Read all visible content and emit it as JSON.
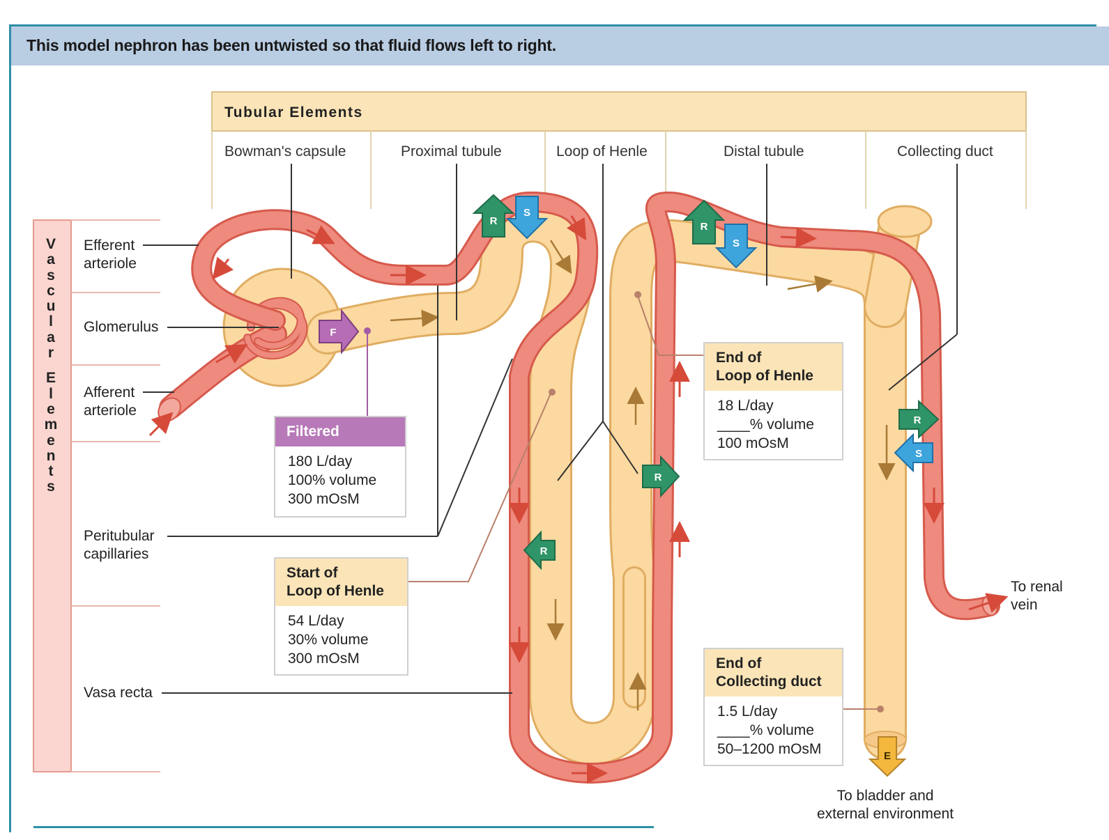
{
  "header": {
    "title": "This model nephron has been untwisted so that fluid flows left to right."
  },
  "tubular": {
    "title": "Tubular Elements",
    "segments": [
      "Bowman's capsule",
      "Proximal tubule",
      "Loop of Henle",
      "Distal tubule",
      "Collecting duct"
    ]
  },
  "vascular": {
    "title_letters": [
      "V",
      "a",
      "s",
      "c",
      "u",
      "l",
      "a",
      "r",
      "",
      "E",
      "l",
      "e",
      "m",
      "e",
      "n",
      "t",
      "s"
    ],
    "labels": {
      "efferent": [
        "Efferent",
        "arteriole"
      ],
      "glomerulus": "Glomerulus",
      "afferent": [
        "Afferent",
        "arteriole"
      ],
      "peritubular": [
        "Peritubular",
        "capillaries"
      ],
      "vasa_recta": "Vasa recta"
    }
  },
  "process_arrows": {
    "filtration": "F",
    "reabsorption": "R",
    "secretion": "S",
    "excretion": "E"
  },
  "boxes": {
    "filtered": {
      "title": "Filtered",
      "lines": [
        "180 L/day",
        "100% volume",
        "300 mOsM"
      ]
    },
    "start_loop": {
      "title": [
        "Start of",
        "Loop of Henle"
      ],
      "lines": [
        "54 L/day",
        "30% volume",
        "300 mOsM"
      ]
    },
    "end_loop": {
      "title": [
        "End of",
        "Loop of Henle"
      ],
      "lines": [
        "18 L/day",
        "____% volume",
        "100 mOsM"
      ]
    },
    "end_collecting": {
      "title": [
        "End of",
        "Collecting duct"
      ],
      "lines": [
        "1.5 L/day",
        "____% volume",
        "50–1200 mOsM"
      ]
    }
  },
  "exits": {
    "renal_vein": [
      "To renal",
      "vein"
    ],
    "bladder": [
      "To bladder and",
      "external environment"
    ]
  },
  "colors": {
    "vessel": "#ee8a7e",
    "vessel_dark": "#d65a4c",
    "tubule": "#fbd9a0",
    "tubule_edge": "#e0ad62",
    "reabsorption": "#2f9467",
    "secretion": "#3ea4dc",
    "filtration": "#b66db6",
    "excretion": "#f3b73d",
    "header_bar": "#b9cde3",
    "box_head": "#fbe5b8"
  }
}
